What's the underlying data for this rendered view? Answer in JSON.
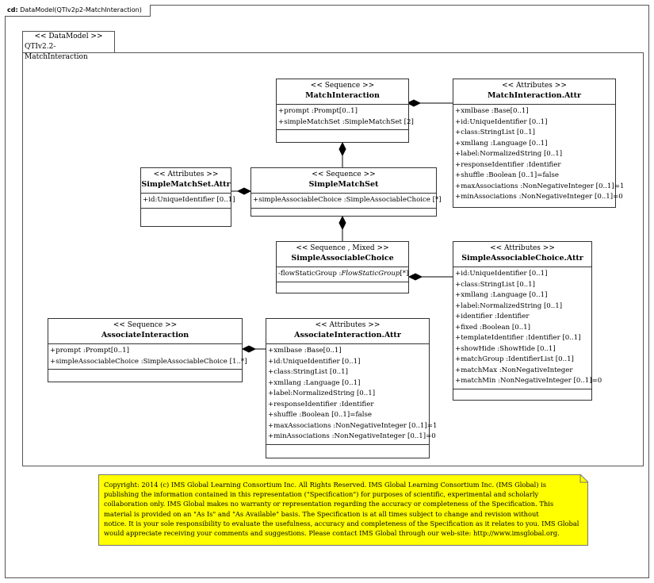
{
  "frame_label": {
    "kind": "cd:",
    "title": "DataModel(QTIv2p2-MatchInteraction)"
  },
  "package": {
    "stereotype": "<< DataModel >>",
    "name": "QTIv2.2-MatchInteraction"
  },
  "classes": {
    "match_interaction": {
      "stereotype": "<< Sequence >>",
      "name": "MatchInteraction",
      "attrs": [
        "+prompt :Prompt[0..1]",
        "+simpleMatchSet :SimpleMatchSet [2]"
      ]
    },
    "match_interaction_attr": {
      "stereotype": "<< Attributes >>",
      "name": "MatchInteraction.Attr",
      "attrs": [
        "+xmlbase :Base[0..1]",
        "+id:UniqueIdentifier [0..1]",
        "+class:StringList [0..1]",
        "+xmllang :Language [0..1]",
        "+label:NormalizedString [0..1]",
        "+responseIdentifier :Identifier",
        "+shuffle :Boolean [0..1]=false",
        "+maxAssociations :NonNegativeInteger [0..1]=1",
        "+minAssociations :NonNegativeInteger [0..1]=0"
      ]
    },
    "simple_match_set_attr": {
      "stereotype": "<< Attributes >>",
      "name": "SimpleMatchSet.Attr",
      "attrs": [
        "+id:UniqueIdentifier [0..1]"
      ]
    },
    "simple_match_set": {
      "stereotype": "<< Sequence >>",
      "name": "SimpleMatchSet",
      "attrs": [
        "+simpleAssociableChoice :SimpleAssociableChoice [*]"
      ]
    },
    "simple_associable_choice": {
      "stereotype": "<< Sequence , Mixed >>",
      "name": "SimpleAssociableChoice",
      "attrs_prefix": "-flowStaticGroup :",
      "attrs_type": "FlowStaticGroup",
      "attrs_suffix": "[*]"
    },
    "simple_associable_choice_attr": {
      "stereotype": "<< Attributes >>",
      "name": "SimpleAssociableChoice.Attr",
      "attrs": [
        "+id:UniqueIdentifier [0..1]",
        "+class:StringList [0..1]",
        "+xmllang :Language [0..1]",
        "+label:NormalizedString [0..1]",
        "+identifier :Identifier",
        "+fixed :Boolean [0..1]",
        "+templateIdentifier :Identifier [0..1]",
        "+showHide :ShowHide [0..1]",
        "+matchGroup :IdentifierList [0..1]",
        "+matchMax :NonNegativeInteger",
        "+matchMin :NonNegativeInteger [0..1]=0"
      ]
    },
    "associate_interaction": {
      "stereotype": "<< Sequence >>",
      "name": "AssociateInteraction",
      "attrs": [
        "+prompt :Prompt[0..1]",
        "+simpleAssociableChoice :SimpleAssociableChoice [1..*]"
      ]
    },
    "associate_interaction_attr": {
      "stereotype": "<< Attributes >>",
      "name": "AssociateInteraction.Attr",
      "attrs": [
        "+xmlbase :Base[0..1]",
        "+id:UniqueIdentifier [0..1]",
        "+class:StringList [0..1]",
        "+xmllang :Language [0..1]",
        "+label:NormalizedString [0..1]",
        "+responseIdentifier :Identifier",
        "+shuffle :Boolean [0..1]=false",
        "+maxAssociations :NonNegativeInteger [0..1]=1",
        "+minAssociations :NonNegativeInteger [0..1]=0"
      ]
    }
  },
  "note": {
    "lines": [
      "Copyright: 2014 (c) IMS Global Learning Consortium Inc.  All Rights Reserved.  IMS Global Learning Consortium Inc. (IMS Global) is",
      "publishing the information contained in this representation (\"Specification\") for purposes of scientific, experimental and scholarly",
      "collaboration only.  IMS Global makes no warranty or representation regarding the accuracy or completeness of the Specification.  This",
      "material is provided on an \"As Is\" and \"As Available\" basis.  The Specification is at all times subject to change and revision without",
      "notice.  It is your sole responsibility to evaluate the usefulness, accuracy and completeness of the Specification as it relates to you.  IMS Global",
      "would appreciate receiving your comments and suggestions.  Please contact IMS Global through our web-site: http://www.imsglobal.org."
    ]
  }
}
